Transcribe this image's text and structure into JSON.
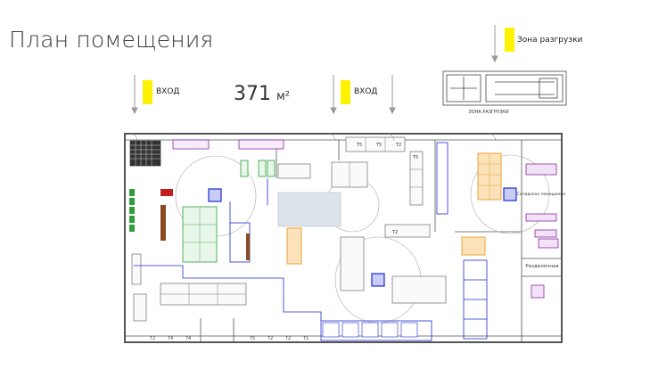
{
  "title": "План помещения",
  "area": {
    "value": "371",
    "unit": "м²"
  },
  "entrances": [
    {
      "label": "ВХОД"
    },
    {
      "label": "ВХОД"
    }
  ],
  "unloading_zone": {
    "label": "Зона разгрузки"
  },
  "truck_label": "ЗОНА РАЗГРУЗКИ",
  "rooms": {
    "warehouse": "Складское помещение",
    "cutting": "Разделочная"
  },
  "table_codes_top": [
    "Т5",
    "Т5",
    "Т2",
    "Т5"
  ],
  "table_codes_bottom": [
    "Т2",
    "Т4",
    "Т4",
    "Т5",
    "Т2",
    "Т2",
    "Т1",
    "Т2"
  ],
  "colors": {
    "marker": "#fff200",
    "wall": "#555555",
    "equipment_blue": "#1c2bd0",
    "equipment_green": "#2f9e3a",
    "storage_orange": "#e8a33c",
    "fixtures_purple": "#8a2aa8"
  }
}
